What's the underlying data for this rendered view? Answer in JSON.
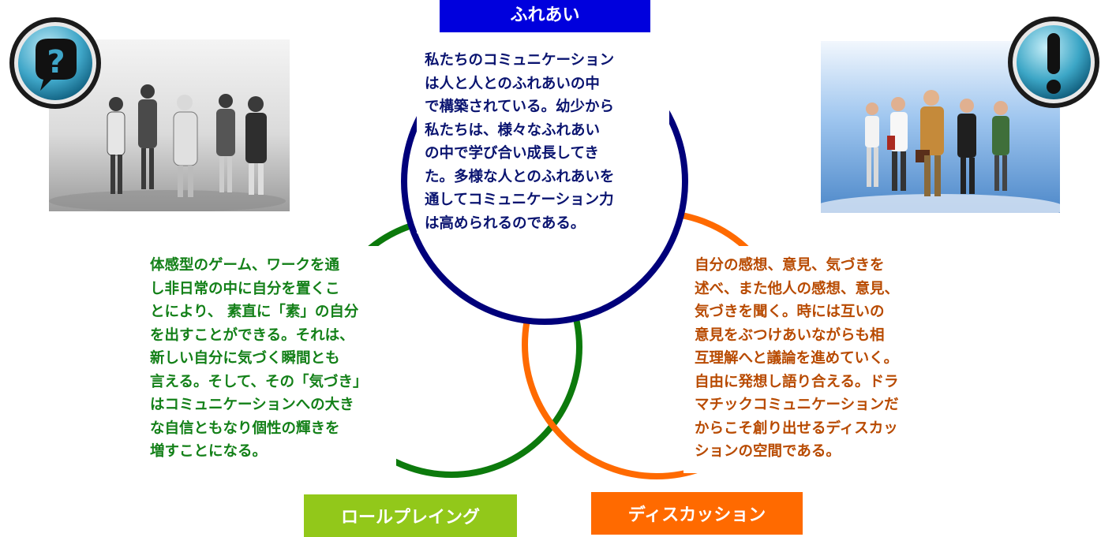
{
  "labels": {
    "top": "ふれあい",
    "left": "ロールプレイング",
    "right": "ディスカッション"
  },
  "texts": {
    "center": [
      "私たちのコミュニケーション",
      "は人と人とのふれあいの中",
      "で構築されている。幼少から",
      "私たちは、様々なふれあい",
      "の中で学び合い成長してき",
      "た。多様な人とのふれあいを",
      "通してコミュニケーション力",
      "は高められるのである。"
    ],
    "left": [
      "体感型のゲーム、ワークを通",
      "し非日常の中に自分を置くこ",
      "とにより、 素直に「素」の自分",
      "を出すことができる。それは、",
      "新しい自分に気づく瞬間とも",
      "言える。そして、その「気づき」",
      "はコミュニケーションへの大き",
      "な自信ともなり個性の輝きを",
      "増すことになる。"
    ],
    "right": [
      "自分の感想、意見、気づきを",
      "述べ、また他人の感想、意見、",
      "気づきを聞く。時には互いの",
      "意見をぶつけあいながらも相",
      "互理解へと議論を進めていく。",
      "自由に発想し語り合える。ドラ",
      "マチックコミュニケーションだ",
      "からこそ創り出せるディスカッ",
      "ションの空間である。"
    ]
  },
  "colors": {
    "blue_ring": "#00007a",
    "green_ring": "#0c7a0c",
    "orange_ring": "#ff6a00",
    "label_blue": "#0000dd",
    "label_green": "#92c81a",
    "label_orange": "#ff6a00",
    "text_center": "#0a1470",
    "text_left": "#138018",
    "text_right": "#b84a00"
  },
  "icons": {
    "left_badge": "question-speech-bubble-icon",
    "right_badge": "exclamation-icon"
  }
}
